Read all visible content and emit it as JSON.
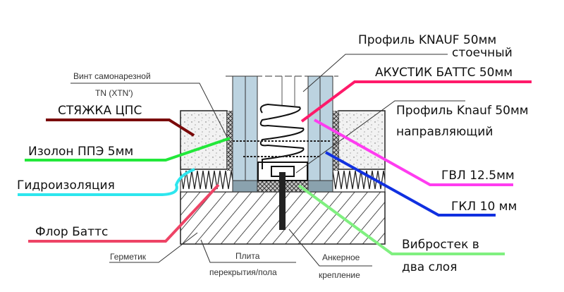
{
  "labels": {
    "screw_line1": "Винт самонарезной",
    "screw_line2": "TN (XTN')",
    "screed": "СТЯЖКА ЦПС",
    "izolon": "Изолон ППЭ 5мм",
    "waterproofing": "Гидроизоляция",
    "flor_batts": "Флор Баттс",
    "sealant": "Герметик",
    "slab_line1": "Плита",
    "slab_line2": "перекрытия/пола",
    "anchor_line1": "Анкерное",
    "anchor_line2": "крепление",
    "stud_profile_line1": "Профиль KNAUF 50мм",
    "stud_profile_line2": "стоечный",
    "acoustic_batts": "АКУСТИК БАТТС 50мм",
    "guide_profile_line1": "Профиль Knauf 50мм",
    "guide_profile_line2": "направляющий",
    "gvl": "ГВЛ 12.5мм",
    "gkl": "ГКЛ 10 мм",
    "vibrostek_line1": "Вибростек в",
    "vibrostek_line2": "два слоя"
  },
  "colors": {
    "screed": "#7a0a0a",
    "izolon": "#22e83a",
    "waterproofing": "#2ee6ee",
    "flor_batts": "#ee4466",
    "acoustic_batts": "#ff1a6a",
    "gvl": "#ff3cf0",
    "gkl": "#1030e0",
    "vibrostek": "#80f080",
    "board": "#bcd3e0"
  }
}
